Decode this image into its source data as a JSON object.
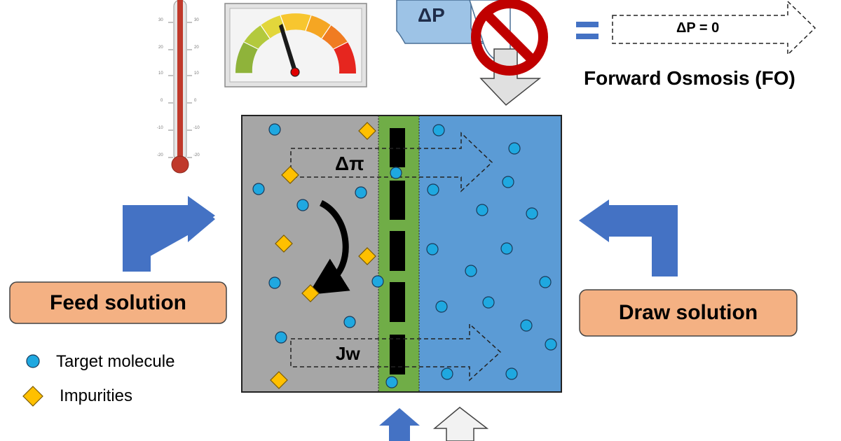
{
  "labels": {
    "feed_solution": "Feed solution",
    "draw_solution": "Draw solution",
    "forward_osmosis": "Forward Osmosis (FO)",
    "delta_p": "ΔP",
    "delta_p_zero": "ΔP = 0",
    "equals": "=",
    "delta_pi": "Δπ",
    "jw": "Jw"
  },
  "legend": {
    "target_molecule": "Target molecule",
    "impurities": "Impurities"
  },
  "thermometer_ticks": {
    "left": [
      "30",
      "20",
      "10",
      "0",
      "-10",
      "-20"
    ],
    "right": [
      "30",
      "20",
      "10",
      "0",
      "-10",
      "-20"
    ]
  },
  "colors": {
    "feed_side": "#a6a6a6",
    "draw_side": "#5b9bd5",
    "membrane": "#70ad47",
    "molecule": "#1fa8e0",
    "impurity": "#ffc000",
    "solution_box": "#f4b183",
    "arrow_blue": "#4472c4",
    "no_sign": "#c00000"
  }
}
